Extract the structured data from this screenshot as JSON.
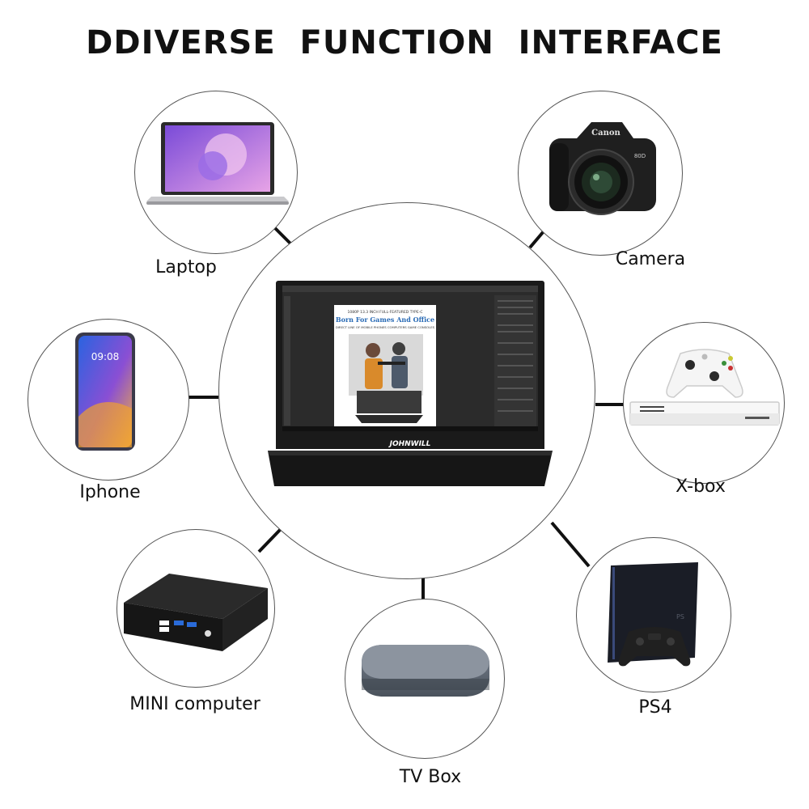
{
  "title": "DDIVERSE  FUNCTION  INTERFACE",
  "monitor": {
    "brand": "JOHNWILL",
    "screen_heading": "Born For Games And Office",
    "screen_tagline": "1080P 13.3 INCH FULL-FEATURED TYPE-C",
    "screen_subline": "DIRECT LINE OF MOBILE PHONES COMPUTERS GAME CONSOLES"
  },
  "devices": [
    {
      "id": "laptop",
      "label": "Laptop",
      "icon": "laptop-icon"
    },
    {
      "id": "camera",
      "label": "Camera",
      "icon": "camera-icon",
      "brand_text": "Canon",
      "model_text": "80D"
    },
    {
      "id": "iphone",
      "label": "Iphone",
      "icon": "phone-icon",
      "clock_text": "09:08"
    },
    {
      "id": "xbox",
      "label": "X-box",
      "icon": "xbox-icon"
    },
    {
      "id": "mini",
      "label": "MINI computer",
      "icon": "mini-pc-icon"
    },
    {
      "id": "ps4",
      "label": "PS4",
      "icon": "ps4-icon"
    },
    {
      "id": "tvbox",
      "label": "TV Box",
      "icon": "tv-box-icon"
    }
  ],
  "colors": {
    "line": "#111111",
    "circle_border": "#555555",
    "monitor_body": "#1a1a1a",
    "laptop_screen_a": "#7a4bd8",
    "laptop_screen_b": "#e7a3e6",
    "phone_screen_a": "#2a63e0",
    "phone_screen_b": "#f2b33a"
  }
}
